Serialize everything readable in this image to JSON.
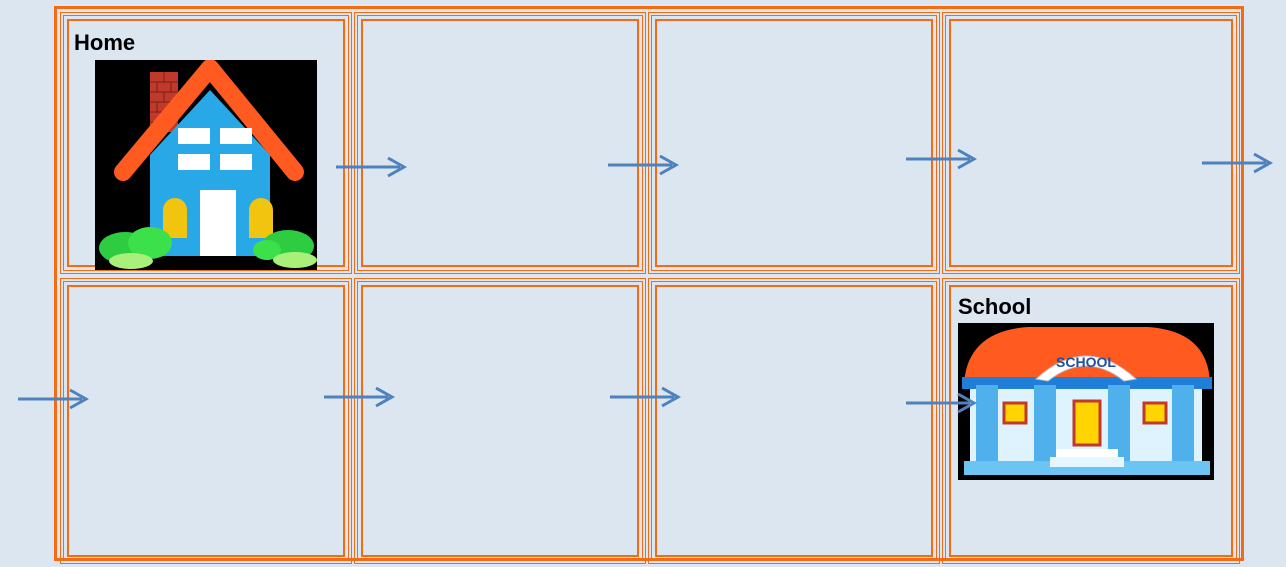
{
  "colors": {
    "background": "#dce6f1",
    "grid_border": "#f56b14",
    "arrow": "#4f81bd",
    "arrow_glow": "#f0a050"
  },
  "cells": {
    "home_label": "Home",
    "school_label": "School"
  },
  "school_sign": "SCHOOL",
  "icons": {
    "home": "house-icon",
    "school": "school-building-icon",
    "arrow": "right-arrow-icon"
  }
}
